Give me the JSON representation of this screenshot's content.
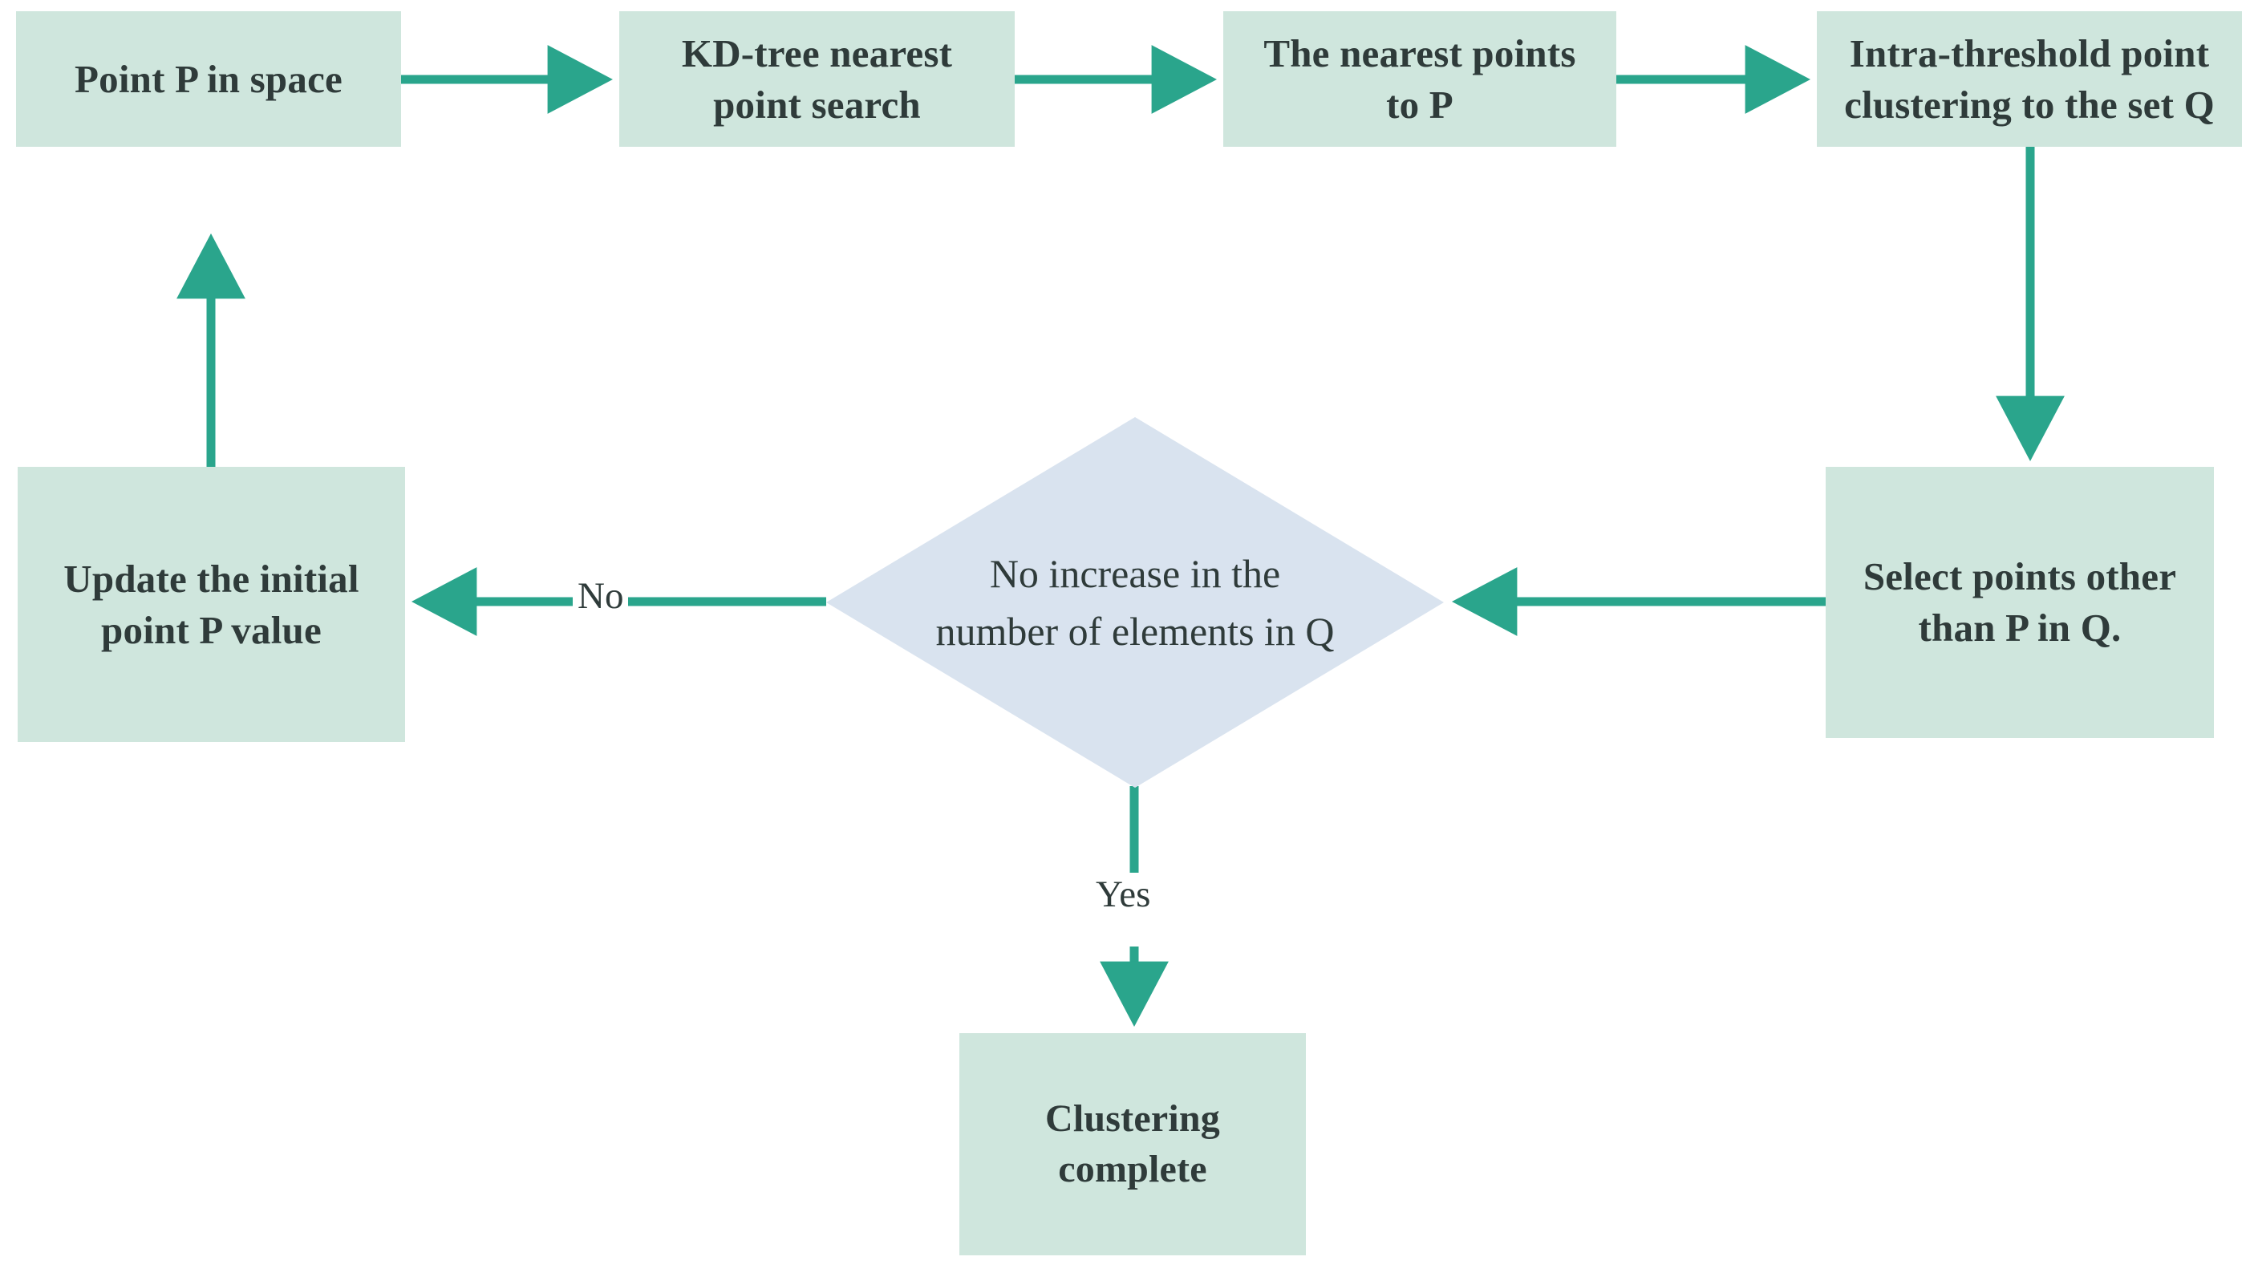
{
  "diagram": {
    "type": "flowchart",
    "title": "KD-tree nearest point clustering flowchart",
    "colors": {
      "process_fill": "#cfe6dd",
      "decision_fill": "#d9e3ef",
      "arrow": "#2aa58c",
      "text": "#2f3b3a",
      "background": "#ffffff"
    },
    "nodes": {
      "point_p": {
        "label": "Point P in space",
        "shape": "process"
      },
      "kd_tree": {
        "label": "KD-tree nearest point search",
        "shape": "process"
      },
      "nearest_points": {
        "label": "The nearest points to P",
        "shape": "process"
      },
      "intra_threshold": {
        "label": "Intra-threshold point clustering to the set Q",
        "shape": "process"
      },
      "select_points": {
        "label": "Select points other than P in Q.",
        "shape": "process"
      },
      "decision": {
        "label": "No increase in the number of elements in Q",
        "shape": "diamond"
      },
      "update_point": {
        "label": "Update the initial point P value",
        "shape": "process"
      },
      "clustering_complete": {
        "label": "Clustering complete",
        "shape": "process"
      }
    },
    "edge_labels": {
      "no": "No",
      "yes": "Yes"
    },
    "edges": [
      {
        "from": "point_p",
        "to": "kd_tree",
        "label": ""
      },
      {
        "from": "kd_tree",
        "to": "nearest_points",
        "label": ""
      },
      {
        "from": "nearest_points",
        "to": "intra_threshold",
        "label": ""
      },
      {
        "from": "intra_threshold",
        "to": "select_points",
        "label": ""
      },
      {
        "from": "select_points",
        "to": "decision",
        "label": ""
      },
      {
        "from": "decision",
        "to": "update_point",
        "label": "No"
      },
      {
        "from": "update_point",
        "to": "point_p",
        "label": ""
      },
      {
        "from": "decision",
        "to": "clustering_complete",
        "label": "Yes"
      }
    ]
  }
}
